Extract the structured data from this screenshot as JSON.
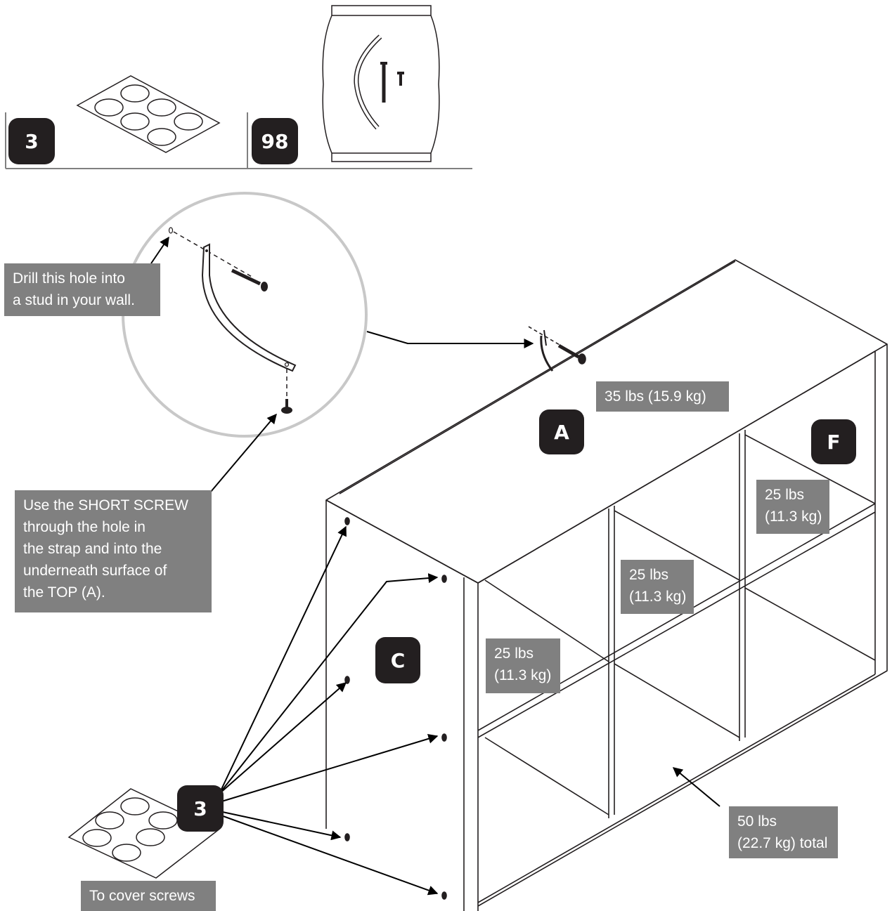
{
  "parts": {
    "cover_caps_count": "3",
    "hardware_count": "98"
  },
  "labels": {
    "top": "A",
    "shelf": "F",
    "side": "C",
    "caps": "3"
  },
  "notes": {
    "drill": [
      "Drill this hole into",
      "a stud in your wall."
    ],
    "short_screw": [
      "Use the SHORT SCREW",
      "through the hole in",
      "the strap and into the",
      "underneath surface of",
      "the TOP (A)."
    ],
    "top_weight": "35 lbs (15.9 kg)",
    "cube_upper_right": [
      "25 lbs",
      "(11.3 kg)"
    ],
    "cube_upper_mid": [
      "25 lbs",
      "(11.3 kg)"
    ],
    "cube_upper_left": [
      "25 lbs",
      "(11.3 kg)"
    ],
    "total": [
      "50 lbs",
      "(22.7 kg) total"
    ],
    "cover": "To cover screws"
  },
  "colors": {
    "badge": "#231f20",
    "note": "#808080",
    "line": "#231f20",
    "circle": "#c8c8c8"
  }
}
